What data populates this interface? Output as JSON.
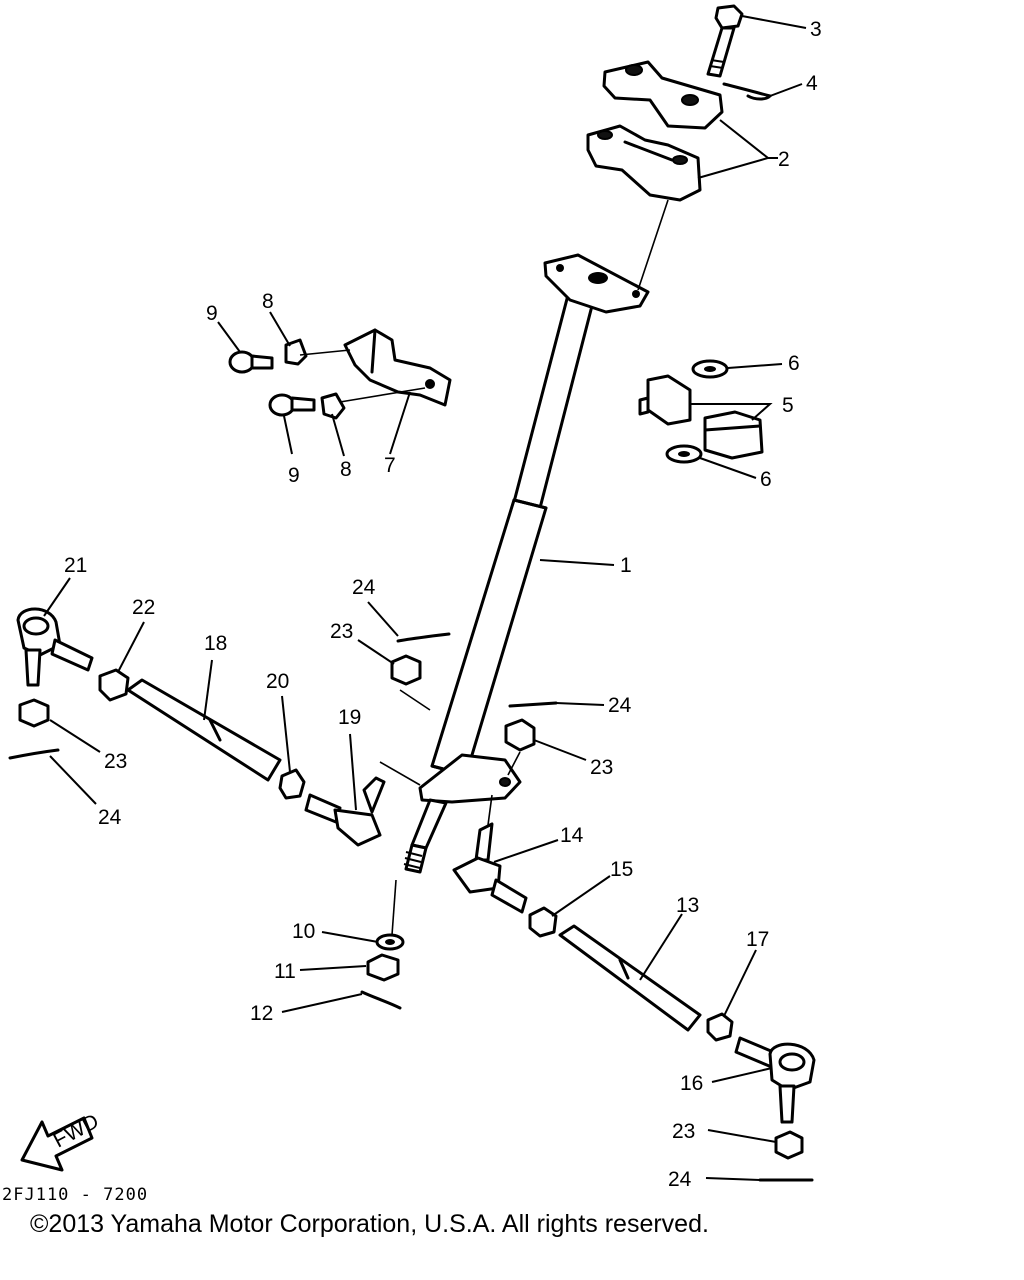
{
  "diagram": {
    "reference_code": "2FJ110 - 7200",
    "direction_label": "FWD",
    "copyright": "©2013 Yamaha Motor Corporation, U.S.A. All rights reserved.",
    "callouts": {
      "c1": "1",
      "c2": "2",
      "c3": "3",
      "c4": "4",
      "c5": "5",
      "c6a": "6",
      "c6b": "6",
      "c7": "7",
      "c8a": "8",
      "c8b": "8",
      "c9a": "9",
      "c9b": "9",
      "c10": "10",
      "c11": "11",
      "c12": "12",
      "c13": "13",
      "c14": "14",
      "c15": "15",
      "c16": "16",
      "c17": "17",
      "c18": "18",
      "c19": "19",
      "c20": "20",
      "c21": "21",
      "c22": "22",
      "c23a": "23",
      "c23b": "23",
      "c23c": "23",
      "c23d": "23",
      "c24a": "24",
      "c24b": "24",
      "c24c": "24",
      "c24d": "24"
    }
  }
}
